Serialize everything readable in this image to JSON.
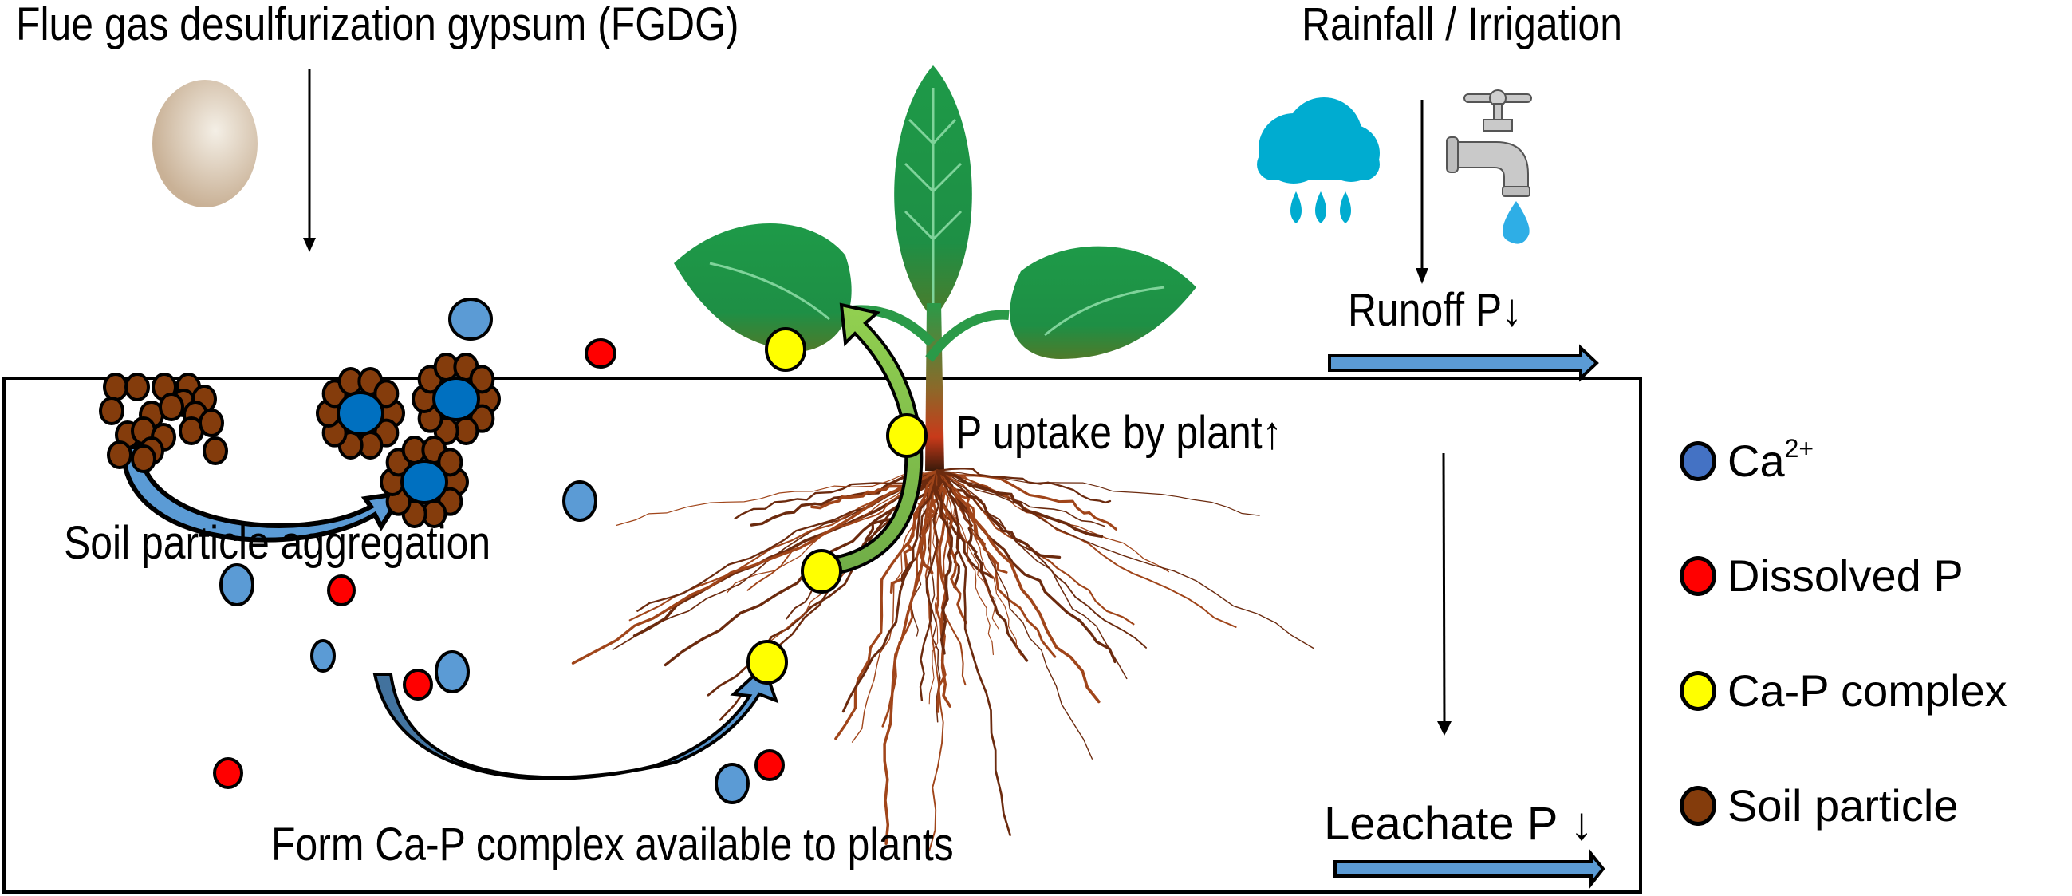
{
  "diagram": {
    "title_left": "Flue gas desulfurization gypsum (FGDG)",
    "title_right": "Rainfall / Irrigation",
    "labels": {
      "runoff": "Runoff P↓",
      "uptake": "P uptake by plant↑",
      "aggregation": "Soil particle aggregation",
      "form_complex": "Form Ca-P complex available to plants",
      "leachate": "Leachate P ↓"
    },
    "icons": {
      "gypsum": "gypsum-powder-pile",
      "cloud": "rain-cloud-icon",
      "faucet": "water-faucet-icon",
      "plant": "plant-seedling",
      "roots": "plant-root-system"
    },
    "legend": [
      {
        "label": "Ca",
        "superscript": "2+",
        "color": "#4472c4",
        "name": "calcium-ion"
      },
      {
        "label": "Dissolved P",
        "superscript": "",
        "color": "#ff0000",
        "name": "dissolved-p"
      },
      {
        "label": "Ca-P complex",
        "superscript": "",
        "color": "#ffff00",
        "name": "ca-p-complex"
      },
      {
        "label": "Soil particle",
        "superscript": "",
        "color": "#843c0c",
        "name": "soil-particle"
      }
    ],
    "colors": {
      "ca_ion": "#5b9bd5",
      "ca_core": "#0070c0",
      "dissolved_p": "#ff0000",
      "ca_p_complex": "#ffff00",
      "soil_particle": "#843c0c",
      "flow_arrow": "#5b9bd5",
      "uptake_arrow": "#92d050",
      "leaf": "#1e9a48",
      "cloud": "#00acd0"
    }
  }
}
